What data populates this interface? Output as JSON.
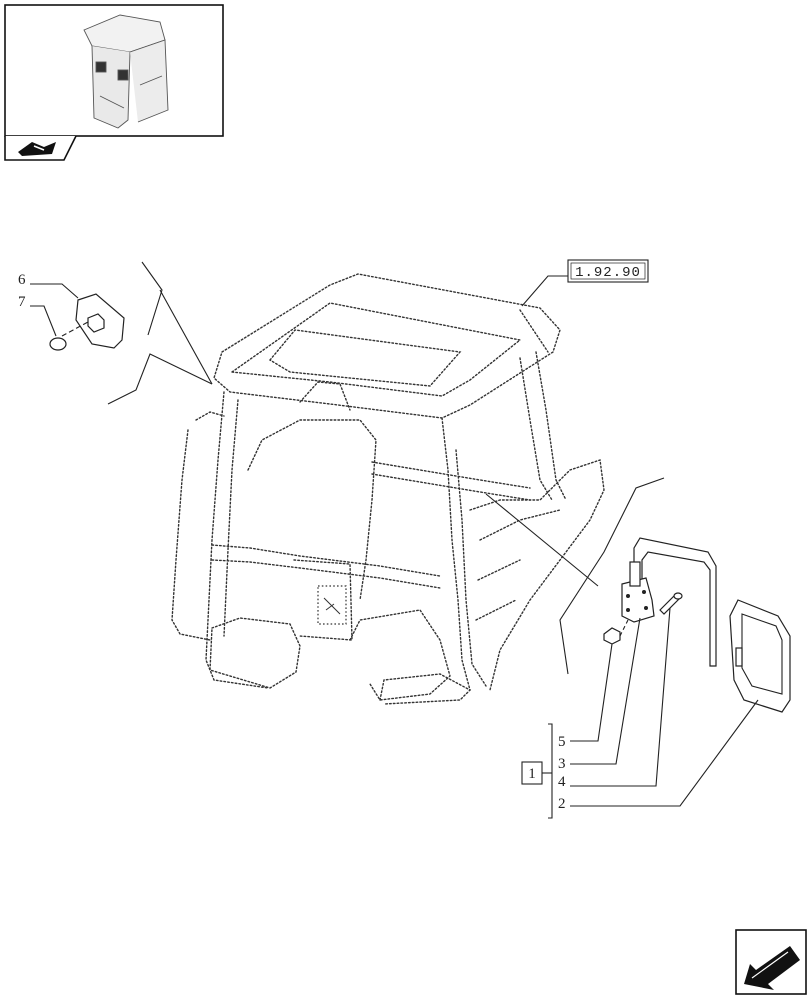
{
  "reference_box": {
    "text": "1.92.90"
  },
  "group_box": {
    "text": "1"
  },
  "callouts": [
    {
      "id": "6",
      "text": "6"
    },
    {
      "id": "7",
      "text": "7"
    },
    {
      "id": "5",
      "text": "5"
    },
    {
      "id": "3",
      "text": "3"
    },
    {
      "id": "4",
      "text": "4"
    },
    {
      "id": "2",
      "text": "2"
    }
  ],
  "icons": {
    "thumbnail": "cab-thumbnail-icon",
    "corner_tab": "book-arrow-icon",
    "nav": "back-arrow-icon"
  }
}
